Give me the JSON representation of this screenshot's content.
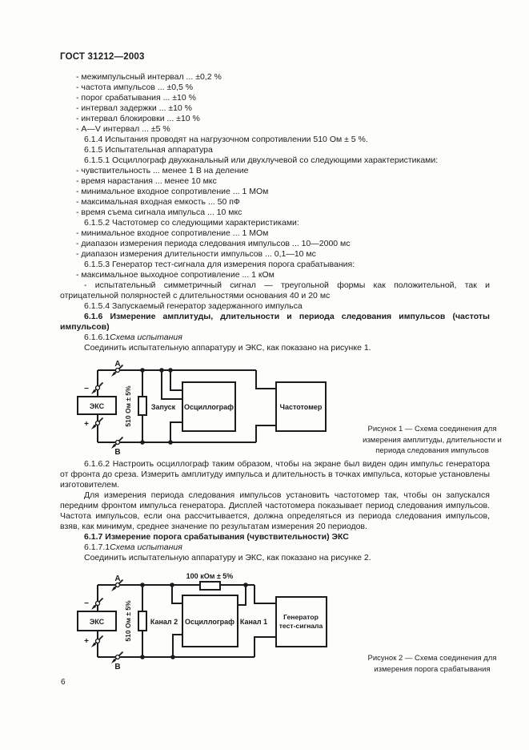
{
  "page": {
    "header": "ГОСТ 31212—2003",
    "page_number": "6"
  },
  "body_top": [
    {
      "t": "li",
      "text": "- межимпульсный интервал ... ±0,2 %"
    },
    {
      "t": "li",
      "text": "- частота импульсов ... ±0,5 %"
    },
    {
      "t": "li",
      "text": "- порог срабатывания ... ±10 %"
    },
    {
      "t": "li",
      "text": "- интервал задержки ... ±10 %"
    },
    {
      "t": "li",
      "text": "- интервал блокировки ... ±10 %"
    },
    {
      "t": "li",
      "text": "- А—V интервал ... ±5 %"
    },
    {
      "t": "num",
      "text": "6.1.4  Испытания проводят на нагрузочном сопротивлении 510 Ом ± 5 %."
    },
    {
      "t": "num",
      "text": "6.1.5  Испытательная аппаратура"
    },
    {
      "t": "num",
      "text": "6.1.5.1  Осциллограф двухканальный или двухлучевой со следующими характеристиками:"
    },
    {
      "t": "li",
      "text": "- чувствительность ... менее 1 В на деление"
    },
    {
      "t": "li",
      "text": "- время нарастания ... менее 10 мкс"
    },
    {
      "t": "li",
      "text": "- минимальное входное сопротивление ... 1 МОм"
    },
    {
      "t": "li",
      "text": "- максимальная входная емкость ... 50 пФ"
    },
    {
      "t": "li",
      "text": "- время съема сигнала импульса ... 10 мкс"
    },
    {
      "t": "num",
      "text": "6.1.5.2  Частотомер со следующими характеристиками:"
    },
    {
      "t": "li",
      "text": "- минимальное входное сопротивление ... 1 МОм"
    },
    {
      "t": "li",
      "text": "- диапазон измерения периода следования импульсов ... 10—2000 мс"
    },
    {
      "t": "li",
      "text": "- диапазон измерения длительности импульсов ... 0,1—10 мс"
    },
    {
      "t": "num",
      "text": "6.1.5.3  Генератор тест-сигнала для измерения порога срабатывания:"
    },
    {
      "t": "li",
      "text": "- максимальное выходное сопротивление ... 1 кОм"
    },
    {
      "t": "pwrap",
      "text": "- испытательный симметричный сигнал — треугольной формы как положительной, так и отрицательной полярностей с длительностями основания 40 и 20 мс"
    },
    {
      "t": "num",
      "text": "6.1.5.4  Запускаемый генератор задержанного импульса"
    },
    {
      "t": "bold",
      "text": "6.1.6  Измерение амплитуды, длительности и периода следования импульсов (частоты импульсов)"
    },
    {
      "t": "schema",
      "num": "6.1.6.1",
      "it": "Схема испытания"
    },
    {
      "t": "para",
      "text": "Соединить испытательную аппаратуру и ЭКС, как показано на рисунке 1."
    }
  ],
  "body_mid": [
    {
      "t": "pwrap",
      "text": "6.1.6.2  Настроить осциллограф таким образом, чтобы на экране был виден один импульс генератора от фронта до среза. Измерить амплитуду импульса и длительность в точках импульса, которые установлены изготовителем."
    },
    {
      "t": "pwrap",
      "text": "Для измерения периода следования импульсов установить частотомер так, чтобы он запускался передним фронтом импульса генератора. Дисплей частотомера показывает период следования импульсов. Частота импульсов, если она рассчитывается, должна определяться из периода следования импульсов, взяв, как минимум, среднее значение по результатам измерения 20 периодов."
    },
    {
      "t": "boldline",
      "text": "6.1.7  Измерение порога срабатывания (чувствительности) ЭКС"
    },
    {
      "t": "schema",
      "num": "6.1.7.1",
      "it": "Схема испытания"
    },
    {
      "t": "para",
      "text": "Соединить испытательную аппаратуру и ЭКС, как показано на рисунке 2."
    }
  ],
  "figure1": {
    "terminal_a": "A",
    "terminal_b": "B",
    "minus": "−",
    "plus": "+",
    "ekc": "ЭКС",
    "resistor_510": "510 Ом ± 5%",
    "trigger": "Запуск",
    "oscilloscope": "Осциллограф",
    "frequency_meter": "Частотомер",
    "caption": [
      "Рисунок 1 — Схема  соединения  для",
      "измерения амплитуды, длительности и",
      "периода следования импульсов"
    ]
  },
  "figure2": {
    "terminal_a": "A",
    "terminal_b": "B",
    "minus": "−",
    "plus": "+",
    "ekc": "ЭКС",
    "resistor_510": "510 Ом ± 5%",
    "resistor_100k": "100 кОм ± 5%",
    "channel_2": "Канал 2",
    "channel_1": "Канал 1",
    "oscilloscope": "Осциллограф",
    "generator_line1": "Генератор",
    "generator_line2": "тест-сигнала",
    "caption": [
      "Рисунок 2 — Схема  соединения  для",
      "измерения порога срабатывания"
    ]
  }
}
